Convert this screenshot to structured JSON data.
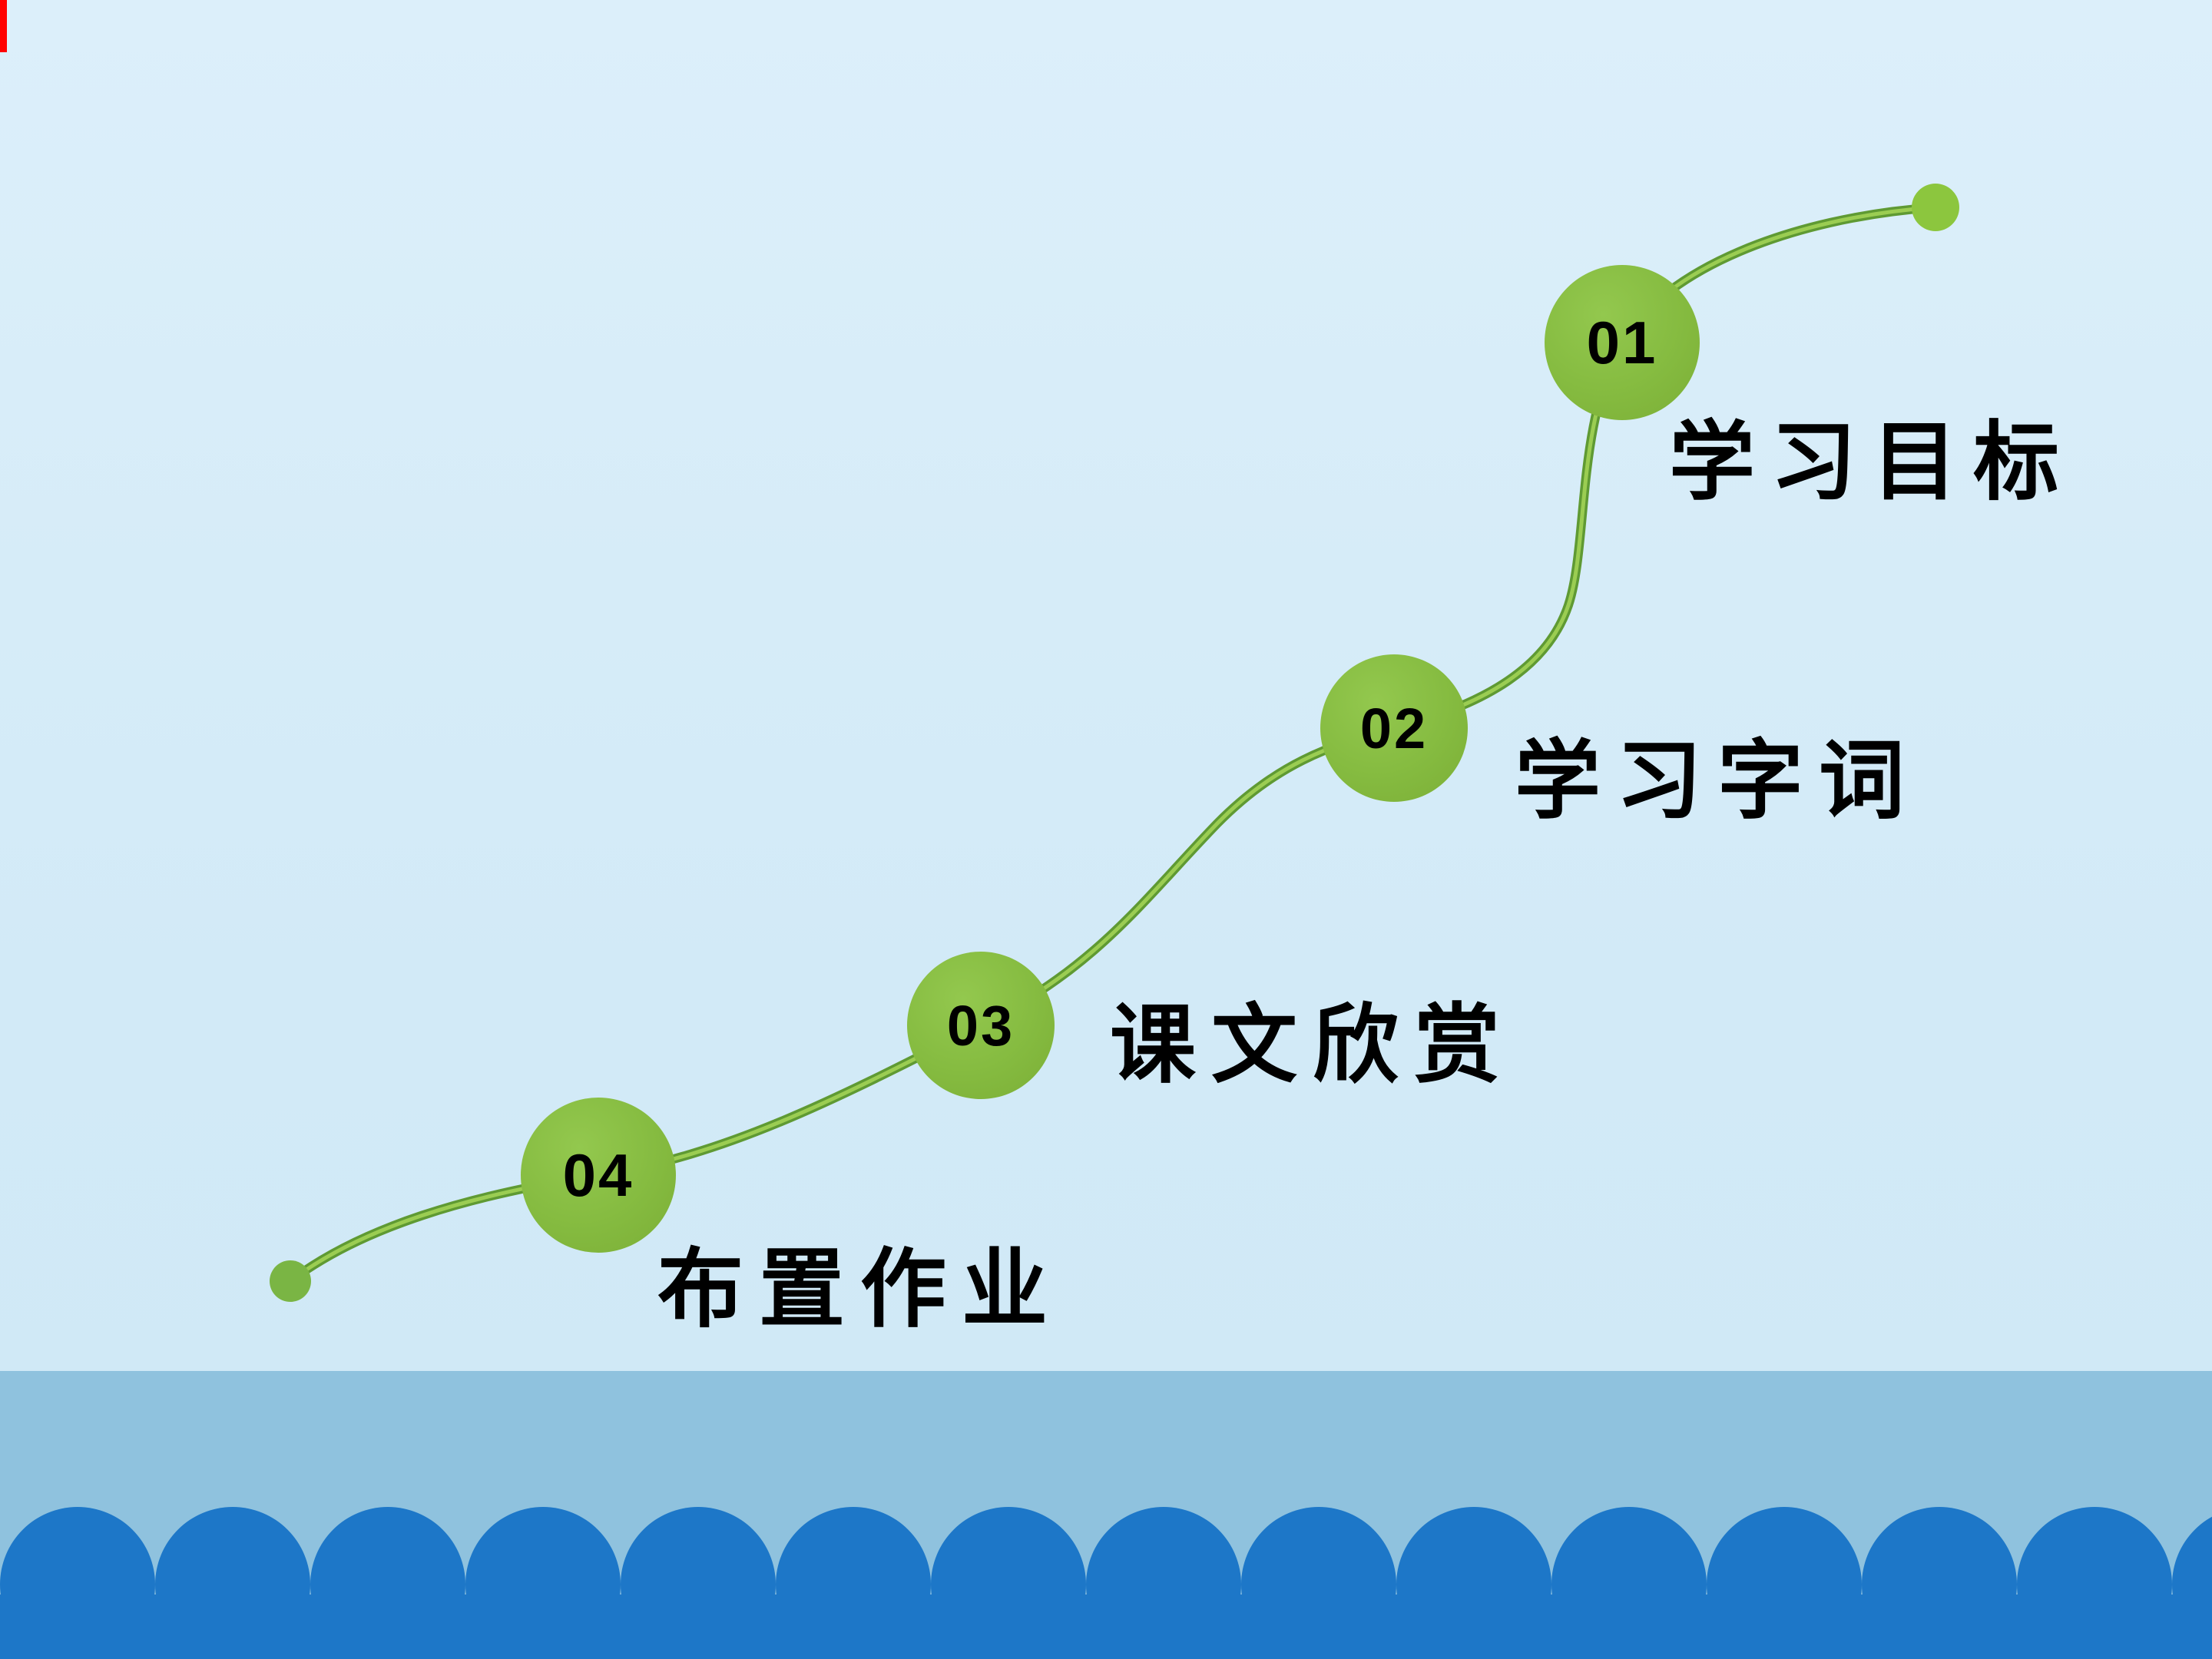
{
  "slide": {
    "steps": [
      {
        "number": "01",
        "label": "学习目标"
      },
      {
        "number": "02",
        "label": "学习字词"
      },
      {
        "number": "03",
        "label": "课文欣赏"
      },
      {
        "number": "04",
        "label": "布置作业"
      }
    ],
    "colors": {
      "background_top": "#dceffa",
      "background_bottom": "#cfe8f6",
      "step_circle_green": "#85bb40",
      "path_green_dark": "#5f9a33",
      "path_green_light": "#9bcd52",
      "endpoint_dot_green": "#7ab544",
      "wave_band_blue": "#8fc2de",
      "wave_scallop_blue": "#1d77c8",
      "number_text": "#000000",
      "label_text": "#000000",
      "corner_mark_red": "#ff0000"
    }
  }
}
